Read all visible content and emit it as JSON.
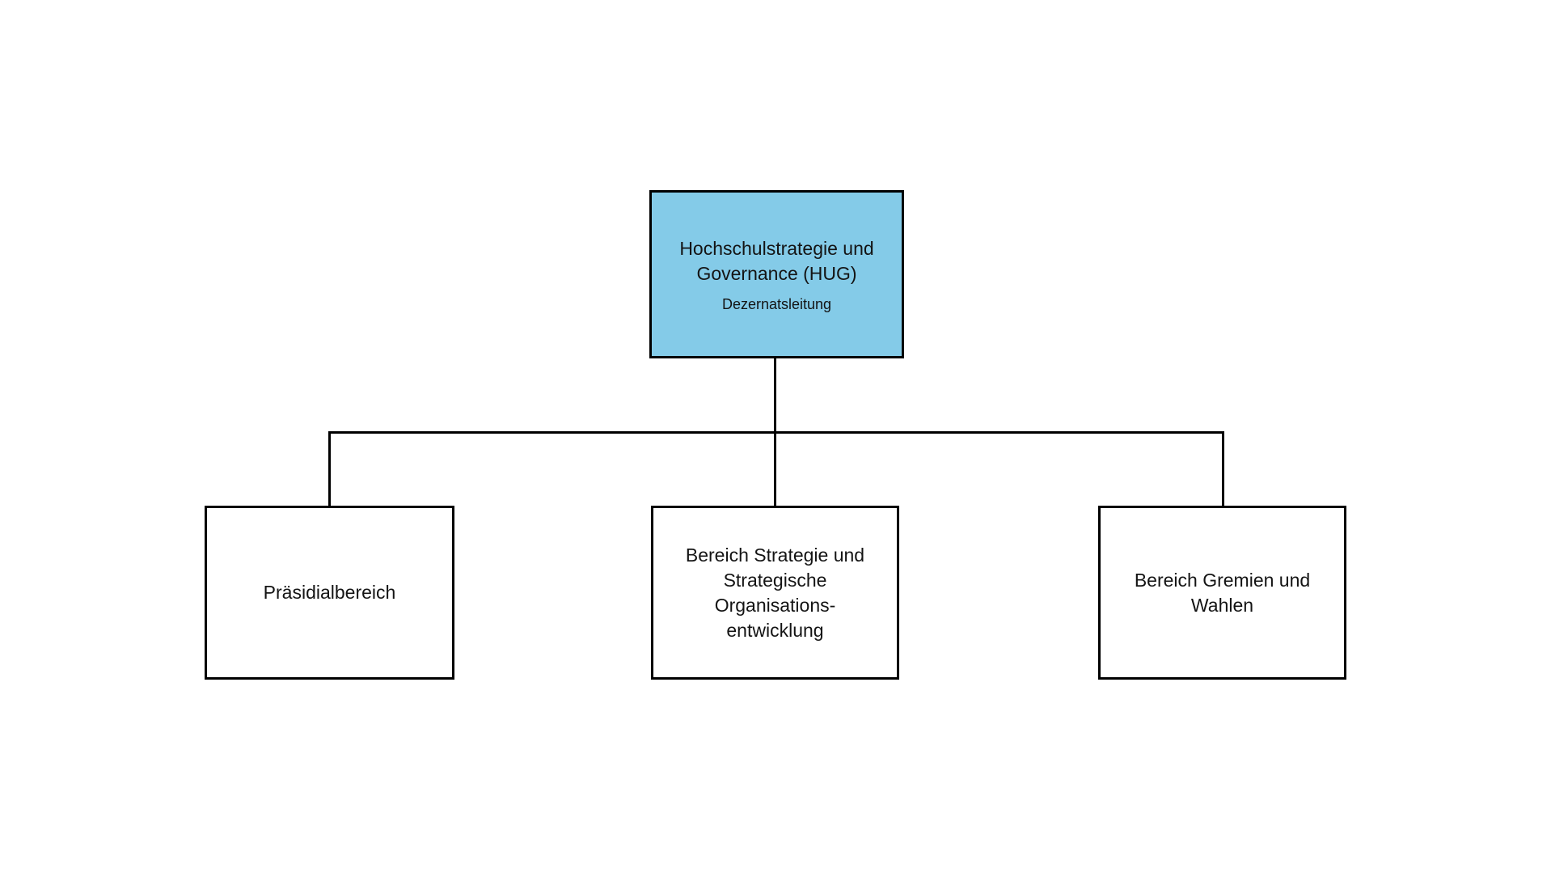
{
  "diagram": {
    "type": "org-chart",
    "background": "#ffffff",
    "connector_color": "#000000",
    "text_color": "#141414",
    "root": {
      "id": "hug",
      "label_lines": [
        "Hochschulstrategie und",
        "Governance (HUG)"
      ],
      "sublabel": "Dezernatsleitung",
      "fill": "#84CBE8",
      "border_color": "#000000"
    },
    "children": [
      {
        "id": "praesidialbereich",
        "label_lines": [
          "Präsidialbereich"
        ],
        "fill": "#ffffff",
        "border_color": "#000000"
      },
      {
        "id": "strategie-und-organisationsentwicklung",
        "label_lines": [
          "Bereich Strategie und",
          "Strategische",
          "Organisations-",
          "entwicklung"
        ],
        "fill": "#ffffff",
        "border_color": "#000000"
      },
      {
        "id": "gremien-und-wahlen",
        "label_lines": [
          "Bereich Gremien und",
          "Wahlen"
        ],
        "fill": "#ffffff",
        "border_color": "#000000"
      }
    ]
  }
}
